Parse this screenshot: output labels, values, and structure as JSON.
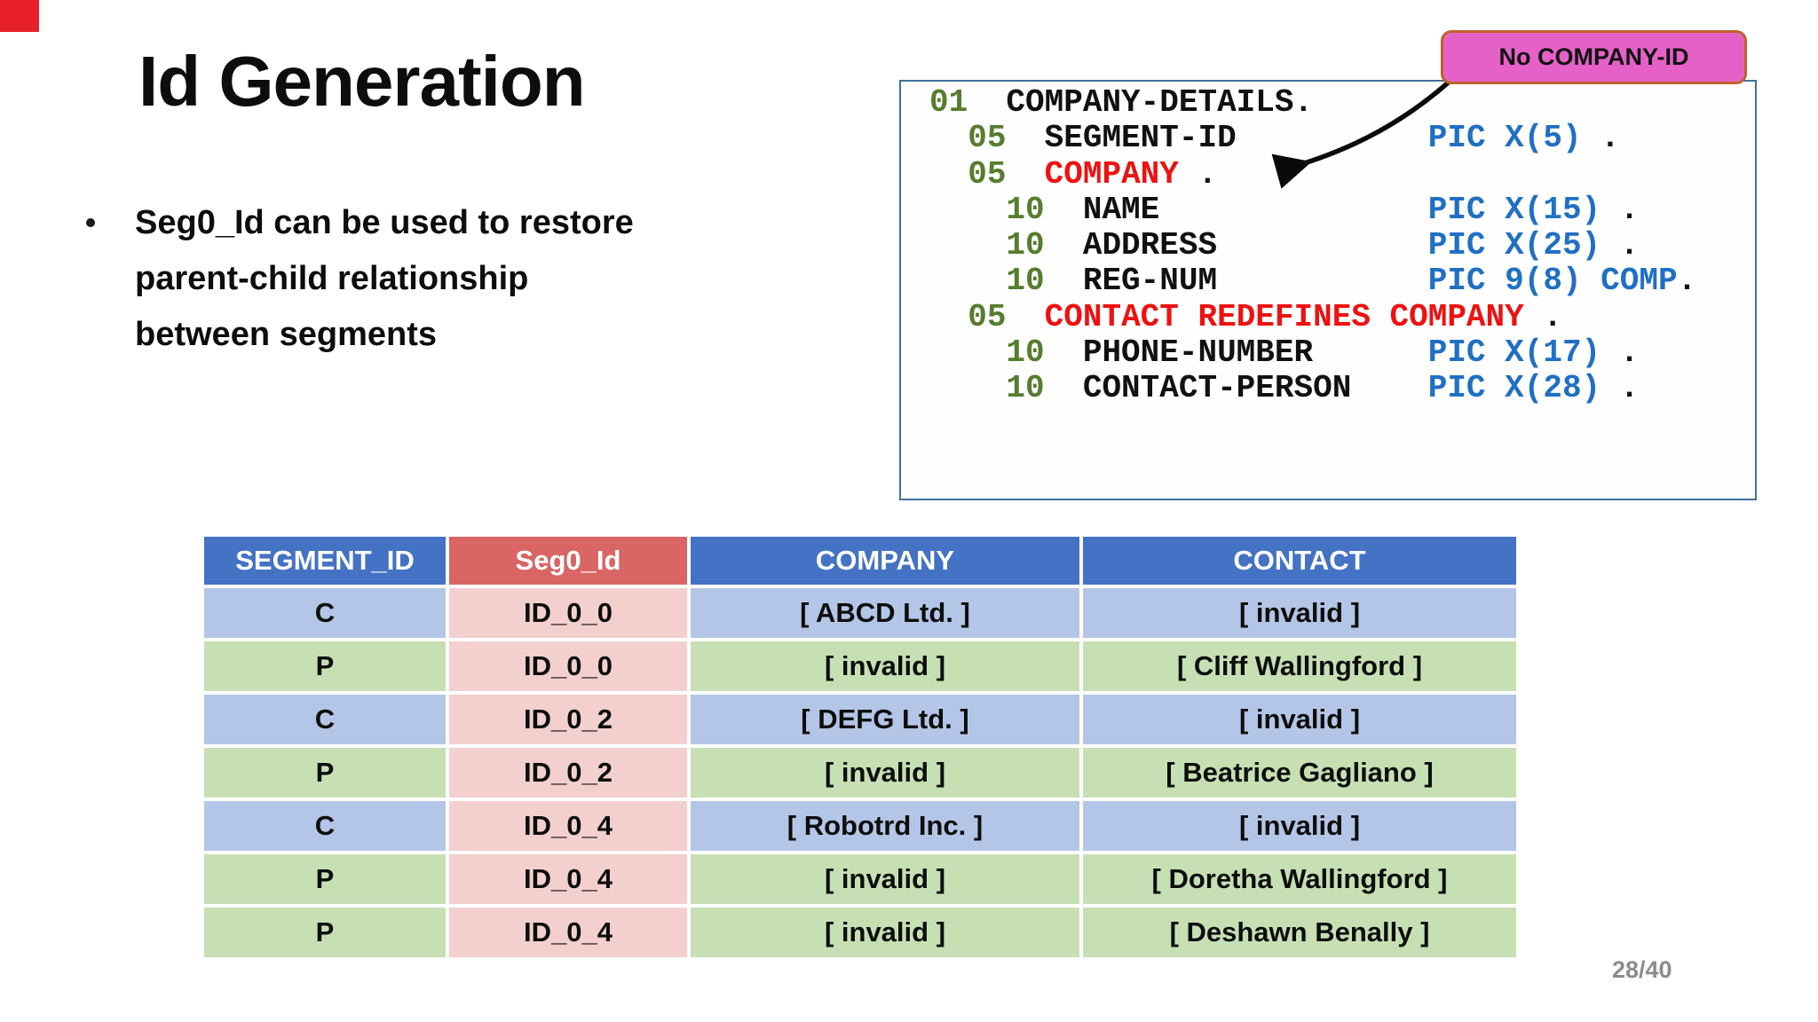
{
  "theme": {
    "corner_red": "#E8202C",
    "header_blue": "#4472C4",
    "header_red": "#D96565",
    "row_blue": "#B4C6E7",
    "row_green": "#C6E0B4",
    "cell_pink": "#F3D0CE",
    "callout_fill": "#E661C7",
    "callout_border": "#C0622B",
    "code_border": "#41719C",
    "code_level": "#567D2E",
    "code_keyword": "#1F6FC5",
    "code_highlight": "#EE1111",
    "code_plain": "#111111",
    "page_gray": "#8C8C8C"
  },
  "slide": {
    "title": "Id Generation",
    "bullet_lines": [
      "Seg0_Id  can be used to restore",
      "parent-child relationship",
      "between segments"
    ],
    "page_number": "28/40"
  },
  "callout": {
    "label": "No COMPANY-ID"
  },
  "code_block": {
    "lines": [
      {
        "parts": [
          {
            "text": "01",
            "color": "level"
          },
          {
            "text": "  COMPANY-DETAILS.",
            "color": "plain"
          }
        ]
      },
      {
        "parts": [
          {
            "text": "  ",
            "color": "plain"
          },
          {
            "text": "05",
            "color": "level"
          },
          {
            "text": "  SEGMENT-ID",
            "color": "plain"
          },
          {
            "text": "          ",
            "color": "plain"
          },
          {
            "text": "PIC X(5)",
            "color": "keyword"
          },
          {
            "text": " .",
            "color": "plain"
          }
        ]
      },
      {
        "parts": [
          {
            "text": "  ",
            "color": "plain"
          },
          {
            "text": "05",
            "color": "level"
          },
          {
            "text": "  ",
            "color": "plain"
          },
          {
            "text": "COMPANY",
            "color": "highlight"
          },
          {
            "text": " .",
            "color": "plain"
          }
        ]
      },
      {
        "parts": [
          {
            "text": "    ",
            "color": "plain"
          },
          {
            "text": "10",
            "color": "level"
          },
          {
            "text": "  NAME",
            "color": "plain"
          },
          {
            "text": "              ",
            "color": "plain"
          },
          {
            "text": "PIC X(15)",
            "color": "keyword"
          },
          {
            "text": " .",
            "color": "plain"
          }
        ]
      },
      {
        "parts": [
          {
            "text": "    ",
            "color": "plain"
          },
          {
            "text": "10",
            "color": "level"
          },
          {
            "text": "  ADDRESS",
            "color": "plain"
          },
          {
            "text": "           ",
            "color": "plain"
          },
          {
            "text": "PIC X(25)",
            "color": "keyword"
          },
          {
            "text": " .",
            "color": "plain"
          }
        ]
      },
      {
        "parts": [
          {
            "text": "    ",
            "color": "plain"
          },
          {
            "text": "10",
            "color": "level"
          },
          {
            "text": "  REG-NUM",
            "color": "plain"
          },
          {
            "text": "           ",
            "color": "plain"
          },
          {
            "text": "PIC 9(8) COMP",
            "color": "keyword"
          },
          {
            "text": ".",
            "color": "plain"
          }
        ]
      },
      {
        "parts": [
          {
            "text": "  ",
            "color": "plain"
          },
          {
            "text": "05",
            "color": "level"
          },
          {
            "text": "  ",
            "color": "plain"
          },
          {
            "text": "CONTACT REDEFINES COMPANY",
            "color": "highlight"
          },
          {
            "text": " .",
            "color": "plain"
          }
        ]
      },
      {
        "parts": [
          {
            "text": "    ",
            "color": "plain"
          },
          {
            "text": "10",
            "color": "level"
          },
          {
            "text": "  PHONE-NUMBER",
            "color": "plain"
          },
          {
            "text": "      ",
            "color": "plain"
          },
          {
            "text": "PIC X(17)",
            "color": "keyword"
          },
          {
            "text": " .",
            "color": "plain"
          }
        ]
      },
      {
        "parts": [
          {
            "text": "    ",
            "color": "plain"
          },
          {
            "text": "10",
            "color": "level"
          },
          {
            "text": "  CONTACT-PERSON",
            "color": "plain"
          },
          {
            "text": "    ",
            "color": "plain"
          },
          {
            "text": "PIC X(28)",
            "color": "keyword"
          },
          {
            "text": " .",
            "color": "plain"
          }
        ]
      }
    ]
  },
  "table": {
    "columns": [
      {
        "label": "SEGMENT_ID",
        "header_tint": "blue"
      },
      {
        "label": "Seg0_Id",
        "header_tint": "red"
      },
      {
        "label": "COMPANY",
        "header_tint": "blue"
      },
      {
        "label": "CONTACT",
        "header_tint": "blue"
      }
    ],
    "rows": [
      {
        "tint": "blue",
        "cells": [
          "C",
          "ID_0_0",
          "[ ABCD Ltd. ]",
          "[ invalid ]"
        ]
      },
      {
        "tint": "green",
        "cells": [
          "P",
          "ID_0_0",
          "[ invalid ]",
          "[ Cliff Wallingford ]"
        ]
      },
      {
        "tint": "blue",
        "cells": [
          "C",
          "ID_0_2",
          "[ DEFG Ltd. ]",
          "[ invalid ]"
        ]
      },
      {
        "tint": "green",
        "cells": [
          "P",
          "ID_0_2",
          "[ invalid ]",
          "[ Beatrice Gagliano ]"
        ]
      },
      {
        "tint": "blue",
        "cells": [
          "C",
          "ID_0_4",
          "[ Robotrd Inc. ]",
          "[ invalid ]"
        ]
      },
      {
        "tint": "green",
        "cells": [
          "P",
          "ID_0_4",
          "[ invalid ]",
          "[ Doretha Wallingford ]"
        ]
      },
      {
        "tint": "green",
        "cells": [
          "P",
          "ID_0_4",
          "[ invalid ]",
          "[ Deshawn Benally ]"
        ]
      }
    ]
  }
}
